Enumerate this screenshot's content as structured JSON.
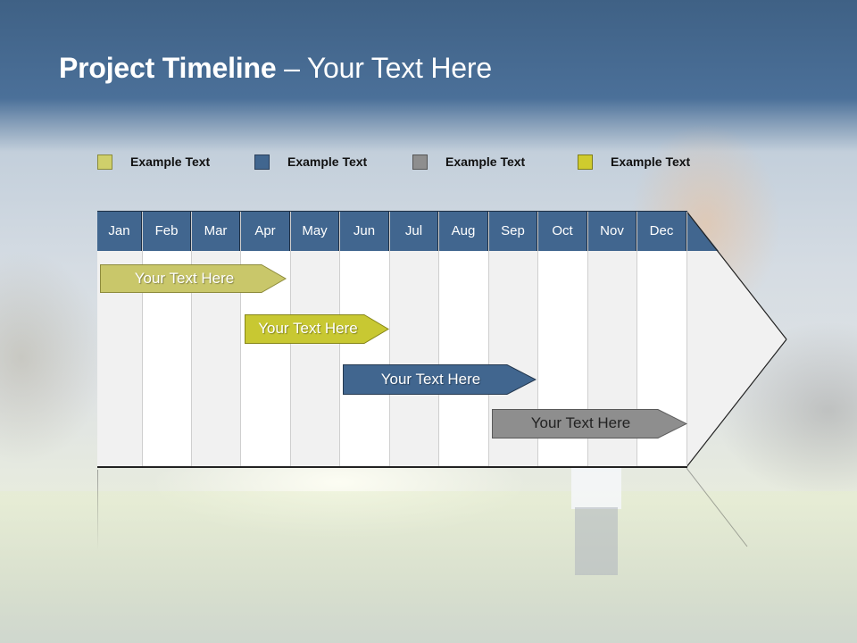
{
  "slide": {
    "title_bold": "Project Timeline",
    "title_rest": " – Your Text Here"
  },
  "legend": [
    {
      "label": "Example Text",
      "color": "#cfcf6b",
      "border": "#8a8a3a"
    },
    {
      "label": "Example Text",
      "color": "#41668f",
      "border": "#2a3f5a"
    },
    {
      "label": "Example Text",
      "color": "#8e8e8e",
      "border": "#555555"
    },
    {
      "label": "Example Text",
      "color": "#cfcb2e",
      "border": "#7f7d1a"
    }
  ],
  "months": [
    "Jan",
    "Feb",
    "Mar",
    "Apr",
    "May",
    "Jun",
    "Jul",
    "Aug",
    "Sep",
    "Oct",
    "Nov",
    "Dec"
  ],
  "bars": [
    {
      "label": "Your  Text Here",
      "color": "#c9c76a",
      "border": "#8d8b3c",
      "start_month": "Jan",
      "end_month": "Apr"
    },
    {
      "label": "Your  Text Here",
      "color": "#c8c832",
      "border": "#868619",
      "start_month": "Apr",
      "end_month": "Jun"
    },
    {
      "label": "Your  Text Here",
      "color": "#41668f",
      "border": "#24384f",
      "start_month": "Jun",
      "end_month": "Sep"
    },
    {
      "label": "Your  Text Here",
      "color": "#8e8e8e",
      "border": "#5a5a5a",
      "start_month": "Sep",
      "end_month": "Dec"
    }
  ],
  "chart_data": {
    "type": "gantt",
    "title": "Project Timeline – Your Text Here",
    "categories": [
      "Jan",
      "Feb",
      "Mar",
      "Apr",
      "May",
      "Jun",
      "Jul",
      "Aug",
      "Sep",
      "Oct",
      "Nov",
      "Dec"
    ],
    "series": [
      {
        "name": "Your Text Here",
        "start": "Jan",
        "end": "Apr",
        "color": "#c9c76a"
      },
      {
        "name": "Your Text Here",
        "start": "Apr",
        "end": "Jun",
        "color": "#c8c832"
      },
      {
        "name": "Your Text Here",
        "start": "Jun",
        "end": "Sep",
        "color": "#41668f"
      },
      {
        "name": "Your Text Here",
        "start": "Sep",
        "end": "Dec",
        "color": "#8e8e8e"
      }
    ],
    "legend": [
      "Example Text",
      "Example Text",
      "Example Text",
      "Example Text"
    ],
    "legend_position": "top"
  }
}
